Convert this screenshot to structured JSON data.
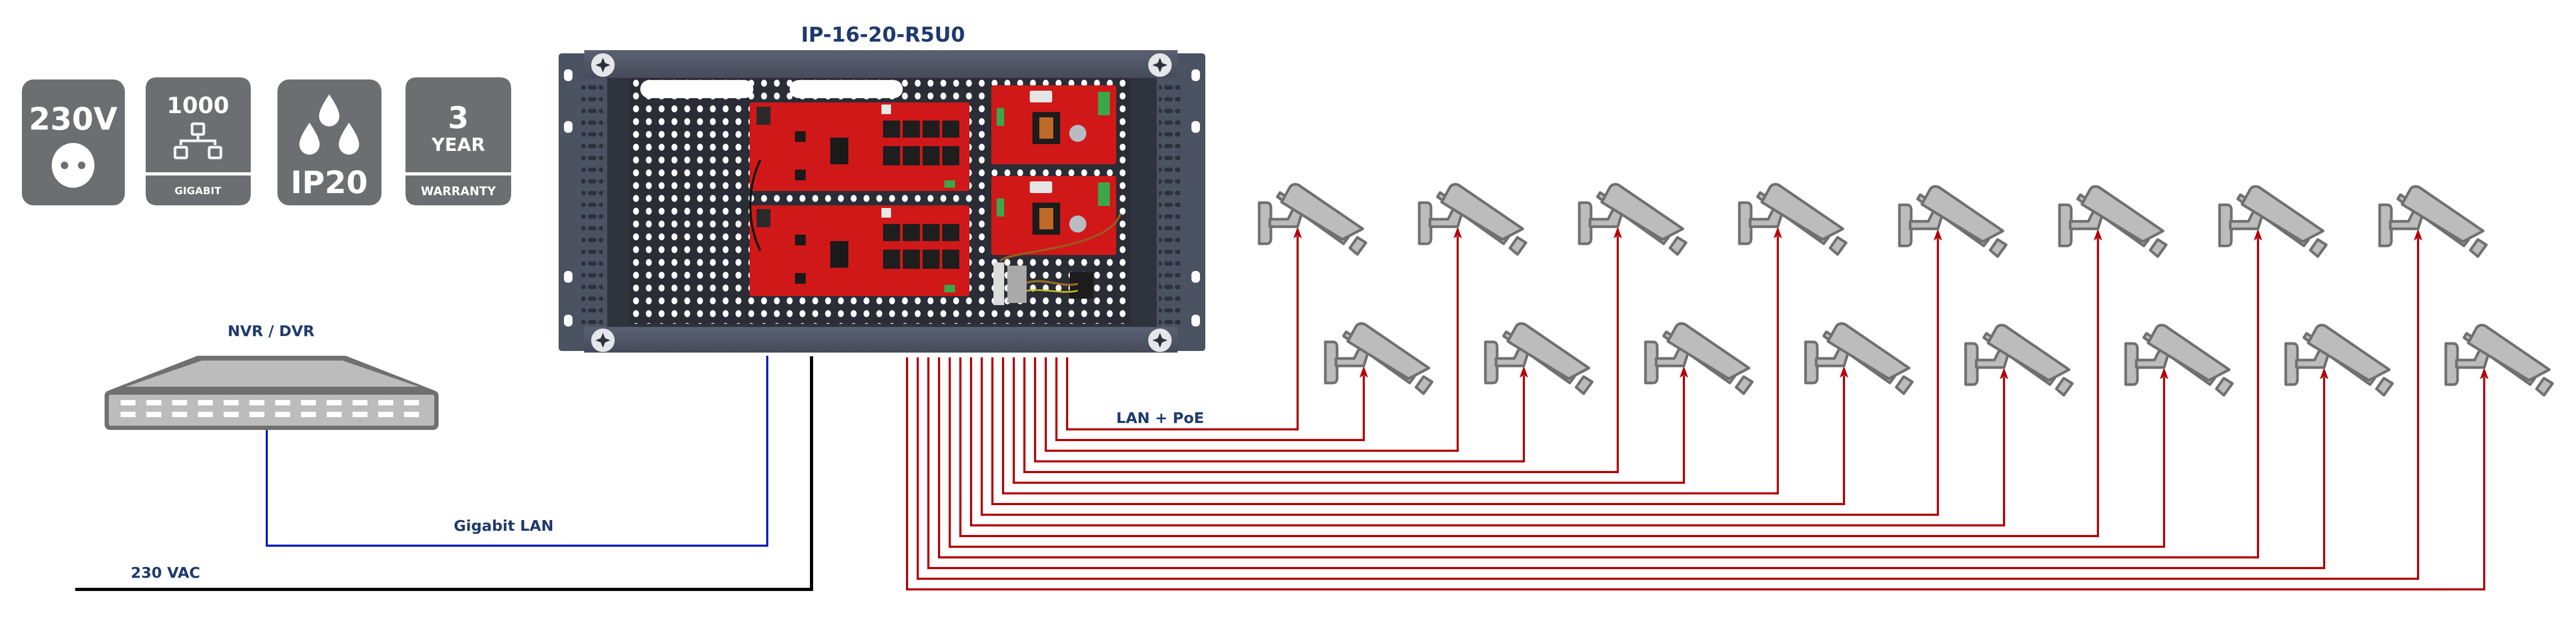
{
  "product": {
    "model": "IP-16-20-R5U0"
  },
  "badges": [
    {
      "name": "voltage",
      "main": "230V",
      "icon": "power-socket-icon",
      "footer": ""
    },
    {
      "name": "gigabit",
      "main": "1000",
      "icon": "network-topology-icon",
      "footer": "GIGABIT"
    },
    {
      "name": "ip-rating",
      "main": "IP20",
      "icon": "water-drops-icon",
      "footer": ""
    },
    {
      "name": "warranty",
      "main": "3",
      "sub": "YEAR",
      "icon": "",
      "footer": "WARRANTY"
    }
  ],
  "devices": {
    "nvr": {
      "label": "NVR / DVR",
      "icon": "nvr-recorder-icon"
    },
    "cameras": {
      "count": 16,
      "icon": "cctv-camera-icon",
      "rows": 2,
      "per_row": 8
    }
  },
  "connections": {
    "gigabit_lan": {
      "label": "Gigabit LAN",
      "color": "#0a1fb8"
    },
    "power": {
      "label": "230 VAC",
      "color": "#000000"
    },
    "lan_poe": {
      "label": "LAN + PoE",
      "color": "#b30006",
      "cable_count": 16
    }
  },
  "colors": {
    "badge_bg": "#6d6e71",
    "label_text": "#1f3a6e",
    "rack": "#4b5262",
    "pcb": "#d01818",
    "camera_fill": "#bcbcbc",
    "camera_stroke": "#707070"
  }
}
